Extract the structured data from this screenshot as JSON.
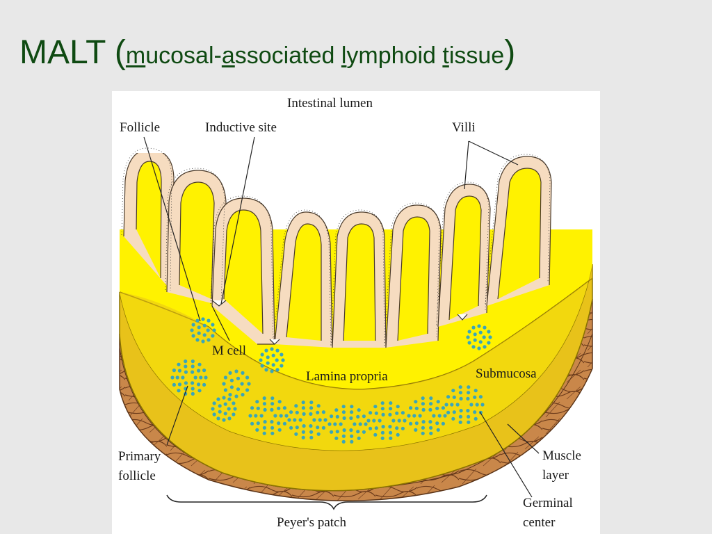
{
  "slide": {
    "title_prefix": "MALT (",
    "title_parts": [
      {
        "u": "m",
        "rest": "ucosal-"
      },
      {
        "u": "a",
        "rest": "ssociated "
      },
      {
        "u": "l",
        "rest": "ymphoid "
      },
      {
        "u": "t",
        "rest": "issue"
      }
    ],
    "title_suffix": ")"
  },
  "diagram": {
    "labels": {
      "intestinal_lumen": "Intestinal lumen",
      "follicle": "Follicle",
      "inductive_site": "Inductive site",
      "villi": "Villi",
      "m_cell": "M cell",
      "lamina_propria": "Lamina propria",
      "submucosa": "Submucosa",
      "primary_follicle_1": "Primary",
      "primary_follicle_2": "follicle",
      "muscle_layer_1": "Muscle",
      "muscle_layer_2": "layer",
      "germinal_center_1": "Germinal",
      "germinal_center_2": "center",
      "peyers_patch": "Peyer's patch"
    },
    "colors": {
      "title": "#0f4a12",
      "lamina": "#fff200",
      "submucosa": "#e8c21a",
      "muscle": "#c9874a",
      "epithelium": "#f6dcc0",
      "lymphocyte": "#3aa6b9"
    }
  }
}
